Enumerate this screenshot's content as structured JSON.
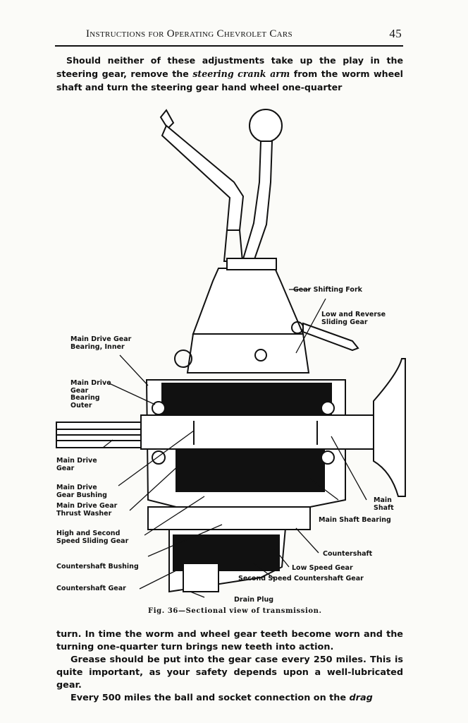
{
  "header": {
    "title": "Instructions for Operating Chevrolet Cars",
    "page_number": "45"
  },
  "top_paragraph": {
    "before": "Should neither of these adjustments take up the play in the steering gear, remove the ",
    "emphasis": "steering crank arm",
    "after": " from the worm wheel shaft and turn the steering gear hand wheel one-quarter"
  },
  "figure": {
    "caption": "Fig. 36—Sectional view of transmission.",
    "labels": {
      "gear_shifting_fork": "Gear Shifting Fork",
      "low_reverse": "Low and Reverse\nSliding Gear",
      "main_drive_bearing_inner": "Main Drive Gear\nBearing, Inner",
      "main_drive_bearing_outer": "Main Drive\nGear\nBearing\nOuter",
      "main_drive_gear": "Main Drive\nGear",
      "main_drive_bushing": "Main Drive\nGear Bushing",
      "main_drive_thrust": "Main Drive Gear\nThrust Washer",
      "high_second": "High and Second\nSpeed Sliding Gear",
      "countershaft_bushing": "Countershaft Bushing",
      "countershaft_gear": "Countershaft Gear",
      "main_shaft": "Main\nShaft",
      "main_shaft_bearing": "Main Shaft Bearing",
      "countershaft": "Countershaft",
      "low_speed_gear": "Low Speed Gear",
      "second_speed_countershaft_gear": "Second Speed Countershaft Gear",
      "drain_plug": "Drain Plug"
    }
  },
  "lower_text": {
    "p1": "turn. In time the worm and wheel gear teeth become worn and the turning one-quarter turn brings new teeth into action.",
    "p2": "Grease should be put into the gear case every 250 miles. This is quite important, as your safety depends upon a well-lubricated gear.",
    "p3_before": "Every 500 miles the ball and socket connection on the ",
    "p3_emphasis": "drag"
  }
}
